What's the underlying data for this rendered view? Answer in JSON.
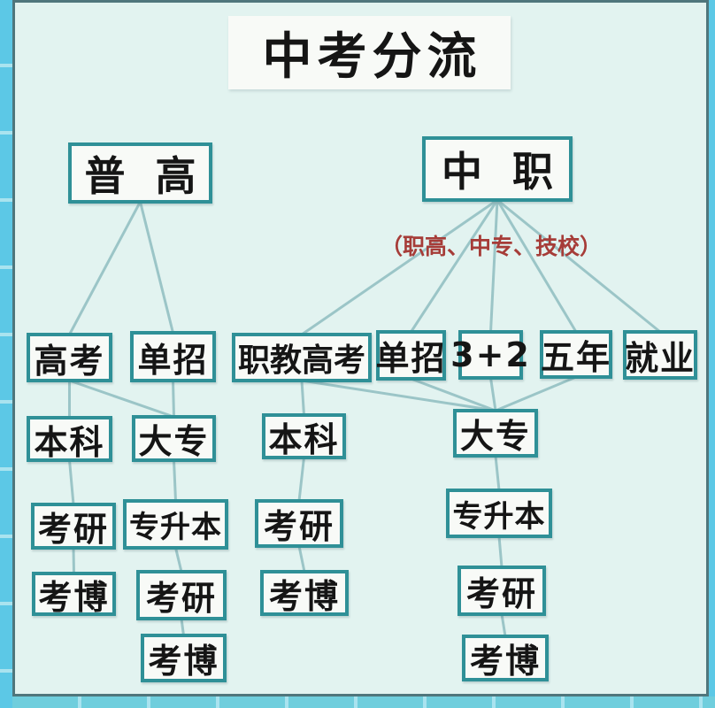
{
  "title": {
    "text": "中考分流"
  },
  "annotation": {
    "text": "（职高、中专、技校）"
  },
  "colors": {
    "frame": "#5cc8e6",
    "frame-bottom": "#6fcedd",
    "frame-tick": "#a9e3ef",
    "panel": "#e2f3f0",
    "panel-border": "#4f767c",
    "boxfill": "#f8faf7",
    "accent": "#2f9097",
    "ink": "#151515",
    "line": "#9bc5c7",
    "red": "#a63c38"
  },
  "nodes": {
    "putong": {
      "label": "普高"
    },
    "zhongzhi": {
      "label": "中职"
    },
    "gaokao": {
      "label": "高考"
    },
    "danzhao1": {
      "label": "单招"
    },
    "zhijiaogaokao": {
      "label": "职教高考"
    },
    "danzhao2": {
      "label": "单招"
    },
    "sanplus2": {
      "label": "3+2"
    },
    "wunian": {
      "label": "五年"
    },
    "jiuye": {
      "label": "就业"
    },
    "benke1": {
      "label": "本科"
    },
    "dazhuan1": {
      "label": "大专"
    },
    "benke2": {
      "label": "本科"
    },
    "dazhuan2": {
      "label": "大专"
    },
    "kaoyan1": {
      "label": "考研"
    },
    "zhuanshengben1": {
      "label": "专升本"
    },
    "kaoyan2": {
      "label": "考研"
    },
    "zhuanshengben2": {
      "label": "专升本"
    },
    "kaobo1": {
      "label": "考博"
    },
    "kaoyan1b": {
      "label": "考研"
    },
    "kaobo2": {
      "label": "考博"
    },
    "kaoyan2b": {
      "label": "考研"
    },
    "kaobo1b": {
      "label": "考博"
    },
    "kaobo2b": {
      "label": "考博"
    }
  },
  "edges": [
    {
      "from": "putong",
      "to": "gaokao"
    },
    {
      "from": "putong",
      "to": "danzhao1"
    },
    {
      "from": "zhongzhi",
      "to": "zhijiaogaokao"
    },
    {
      "from": "zhongzhi",
      "to": "danzhao2"
    },
    {
      "from": "zhongzhi",
      "to": "sanplus2"
    },
    {
      "from": "zhongzhi",
      "to": "wunian"
    },
    {
      "from": "zhongzhi",
      "to": "jiuye"
    },
    {
      "from": "gaokao",
      "to": "benke1"
    },
    {
      "from": "gaokao",
      "to": "dazhuan1"
    },
    {
      "from": "danzhao1",
      "to": "dazhuan1"
    },
    {
      "from": "zhijiaogaokao",
      "to": "benke2"
    },
    {
      "from": "zhijiaogaokao",
      "to": "dazhuan2"
    },
    {
      "from": "danzhao2",
      "to": "dazhuan2"
    },
    {
      "from": "sanplus2",
      "to": "dazhuan2"
    },
    {
      "from": "wunian",
      "to": "dazhuan2"
    },
    {
      "from": "benke1",
      "to": "kaoyan1"
    },
    {
      "from": "dazhuan1",
      "to": "zhuanshengben1"
    },
    {
      "from": "benke2",
      "to": "kaoyan2"
    },
    {
      "from": "dazhuan2",
      "to": "zhuanshengben2"
    },
    {
      "from": "kaoyan1",
      "to": "kaobo1"
    },
    {
      "from": "zhuanshengben1",
      "to": "kaoyan1b"
    },
    {
      "from": "kaoyan2",
      "to": "kaobo2"
    },
    {
      "from": "zhuanshengben2",
      "to": "kaoyan2b"
    },
    {
      "from": "kaoyan1b",
      "to": "kaobo1b"
    },
    {
      "from": "kaoyan2b",
      "to": "kaobo2b"
    }
  ]
}
